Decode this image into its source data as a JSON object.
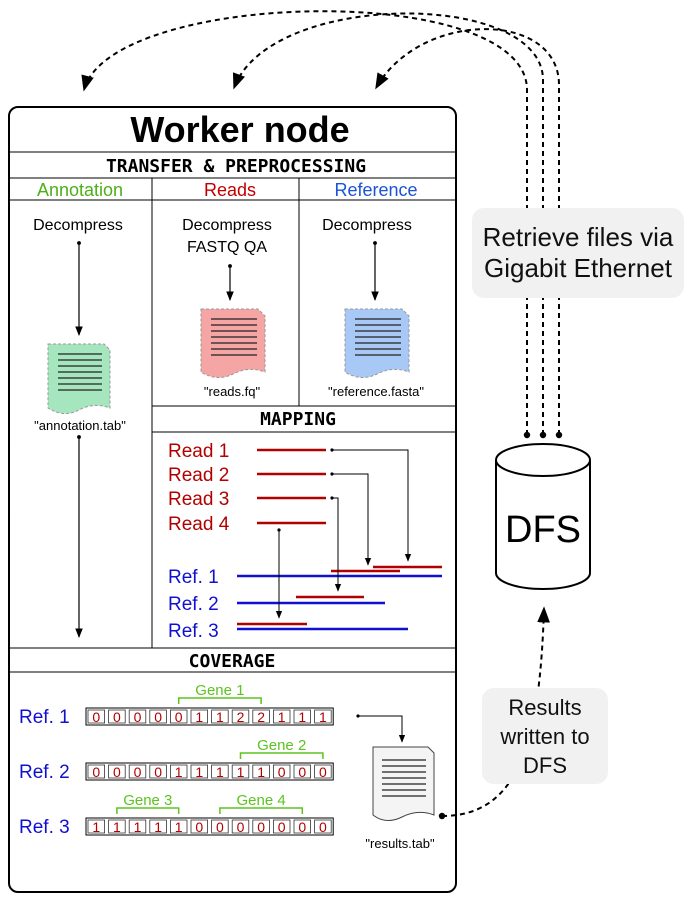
{
  "title": "Worker node",
  "sections": {
    "transfer": "TRANSFER & PREPROCESSING",
    "mapping": "MAPPING",
    "coverage": "COVERAGE"
  },
  "columns": [
    {
      "label": "Annotation",
      "color": "#4caf17",
      "steps": [
        "Decompress"
      ],
      "file": "\"annotation.tab\"",
      "file_color": "#a5e6bf"
    },
    {
      "label": "Reads",
      "color": "#c00000",
      "steps": [
        "Decompress",
        "FASTQ QA"
      ],
      "file": "\"reads.fq\"",
      "file_color": "#f6a5a5"
    },
    {
      "label": "Reference",
      "color": "#1a53d6",
      "steps": [
        "Decompress"
      ],
      "file": "\"reference.fasta\"",
      "file_color": "#a8c9f5"
    }
  ],
  "mapping": {
    "reads": [
      "Read 1",
      "Read 2",
      "Read 3",
      "Read 4"
    ],
    "refs": [
      "Ref. 1",
      "Ref. 2",
      "Ref. 3"
    ]
  },
  "coverage": {
    "rows": [
      {
        "ref": "Ref. 1",
        "values": [
          "0",
          "0",
          "0",
          "0",
          "0",
          "1",
          "1",
          "2",
          "2",
          "1",
          "1",
          "1"
        ],
        "genes": [
          {
            "name": "Gene 1",
            "start": 4,
            "end": 8
          }
        ]
      },
      {
        "ref": "Ref. 2",
        "values": [
          "0",
          "0",
          "0",
          "0",
          "1",
          "1",
          "1",
          "1",
          "1",
          "0",
          "0",
          "0"
        ],
        "genes": [
          {
            "name": "Gene 2",
            "start": 7,
            "end": 11
          }
        ]
      },
      {
        "ref": "Ref. 3",
        "values": [
          "1",
          "1",
          "1",
          "1",
          "1",
          "0",
          "0",
          "0",
          "0",
          "0",
          "0",
          "0"
        ],
        "genes": [
          {
            "name": "Gene 3",
            "start": 1,
            "end": 4
          },
          {
            "name": "Gene 4",
            "start": 6,
            "end": 10
          }
        ]
      }
    ],
    "results_file": "\"results.tab\""
  },
  "dfs": {
    "label": "DFS"
  },
  "captions": {
    "retrieve": [
      "Retrieve files via",
      "Gigabit Ethernet"
    ],
    "results": [
      "Results",
      "written to",
      "DFS"
    ]
  },
  "colors": {
    "read": "#b00000",
    "ref": "#1010d0",
    "cell_text": "#b00000",
    "gene": "#5cc31f"
  }
}
